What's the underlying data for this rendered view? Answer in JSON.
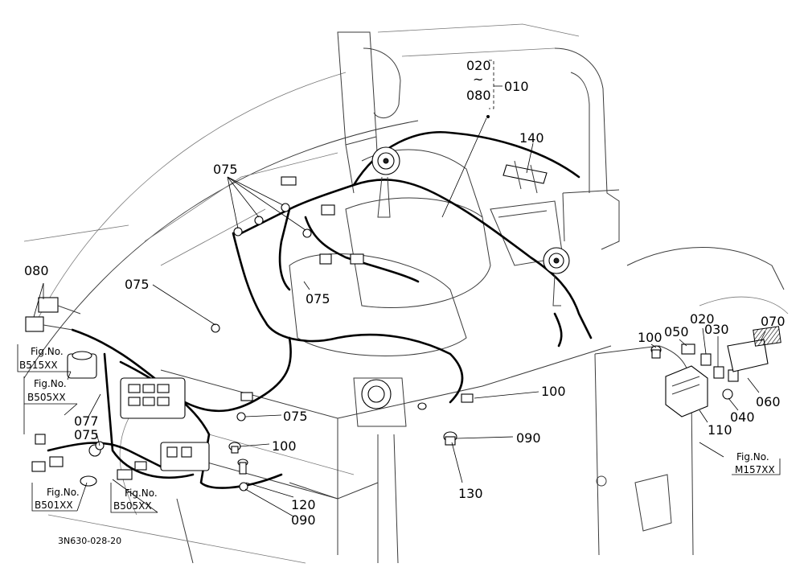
{
  "drawing_code": "3N630-028-20",
  "callouts": [
    {
      "id": "c-020",
      "text": "020"
    },
    {
      "id": "c-tilde",
      "text": "~"
    },
    {
      "id": "c-080-top",
      "text": "080"
    },
    {
      "id": "c-010",
      "text": "010"
    },
    {
      "id": "c-140",
      "text": "140"
    },
    {
      "id": "c-075-a",
      "text": "075"
    },
    {
      "id": "c-080-left",
      "text": "080"
    },
    {
      "id": "c-075-b",
      "text": "075"
    },
    {
      "id": "c-075-c",
      "text": "075"
    },
    {
      "id": "c-077",
      "text": "077"
    },
    {
      "id": "c-075-d",
      "text": "075"
    },
    {
      "id": "c-075-e",
      "text": "075"
    },
    {
      "id": "c-100-a",
      "text": "100"
    },
    {
      "id": "c-100-b",
      "text": "100"
    },
    {
      "id": "c-090-a",
      "text": "090"
    },
    {
      "id": "c-130",
      "text": "130"
    },
    {
      "id": "c-120",
      "text": "120"
    },
    {
      "id": "c-090-b",
      "text": "090"
    },
    {
      "id": "c-100-c",
      "text": "100"
    },
    {
      "id": "c-050",
      "text": "050"
    },
    {
      "id": "c-020-r",
      "text": "020"
    },
    {
      "id": "c-030",
      "text": "030"
    },
    {
      "id": "c-070",
      "text": "070"
    },
    {
      "id": "c-060",
      "text": "060"
    },
    {
      "id": "c-040",
      "text": "040"
    },
    {
      "id": "c-110",
      "text": "110"
    }
  ],
  "figure_refs": [
    {
      "id": "f-b515",
      "line1": "Fig.No.",
      "line2": "B515XX"
    },
    {
      "id": "f-b505-top",
      "line1": "Fig.No.",
      "line2": "B505XX"
    },
    {
      "id": "f-b501",
      "line1": "Fig.No.",
      "line2": "B501XX"
    },
    {
      "id": "f-b505-bot",
      "line1": "Fig.No.",
      "line2": "B505XX"
    },
    {
      "id": "f-m157",
      "line1": "Fig.No.",
      "line2": "M157XX"
    }
  ]
}
